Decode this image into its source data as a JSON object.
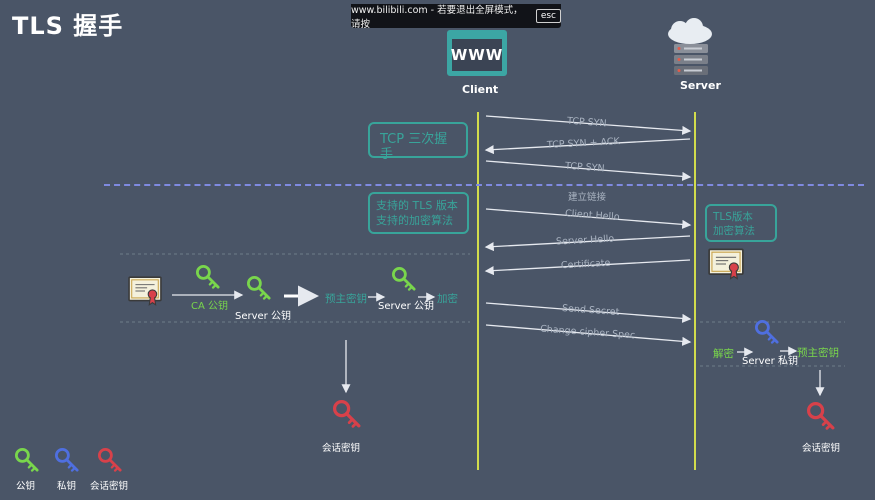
{
  "header": {
    "title": "TLS 握手"
  },
  "fullscreen_notice": {
    "text": "www.bilibili.com - 若要退出全屏模式，请按",
    "key": "esc"
  },
  "actors": {
    "client": {
      "icon_text": "WWW",
      "label": "Client"
    },
    "server": {
      "label": "Server"
    }
  },
  "phases": {
    "tcp_box": "TCP 三次握手",
    "tls_box_line1": "支持的 TLS 版本",
    "tls_box_line2": "支持的加密算法",
    "server_box_line1": "TLS版本",
    "server_box_line2": "加密算法",
    "divider_label": "建立链接"
  },
  "messages": [
    {
      "label": "TCP SYN"
    },
    {
      "label": "TCP SYN + ACK"
    },
    {
      "label": "TCP SYN"
    },
    {
      "label": "Client Hello"
    },
    {
      "label": "Server Hello"
    },
    {
      "label": "Certificate"
    },
    {
      "label": "Send Secret"
    },
    {
      "label": "Change cipher Spec"
    }
  ],
  "client_process": {
    "ca_public_key": "CA 公钥",
    "server_public_key": "Server 公钥",
    "pre_master": "预主密钥",
    "server_public_key_2": "Server 公钥",
    "encrypt": "加密",
    "session_key": "会话密钥"
  },
  "server_process": {
    "decrypt": "解密",
    "server_private_key": "Server 私钥",
    "pre_master": "预主密钥",
    "session_key": "会话密钥"
  },
  "legend": [
    {
      "label": "公钥",
      "color": "#79d64c"
    },
    {
      "label": "私钥",
      "color": "#4f6fe0"
    },
    {
      "label": "会话密钥",
      "color": "#d8414a"
    }
  ],
  "colors": {
    "background": "#4a5567",
    "lifeline": "#d2dc4c",
    "teal": "#38a49a",
    "public_key": "#79d64c",
    "private_key": "#4f6fe0",
    "session_key": "#d8414a",
    "divider": "#7f8ae0"
  }
}
